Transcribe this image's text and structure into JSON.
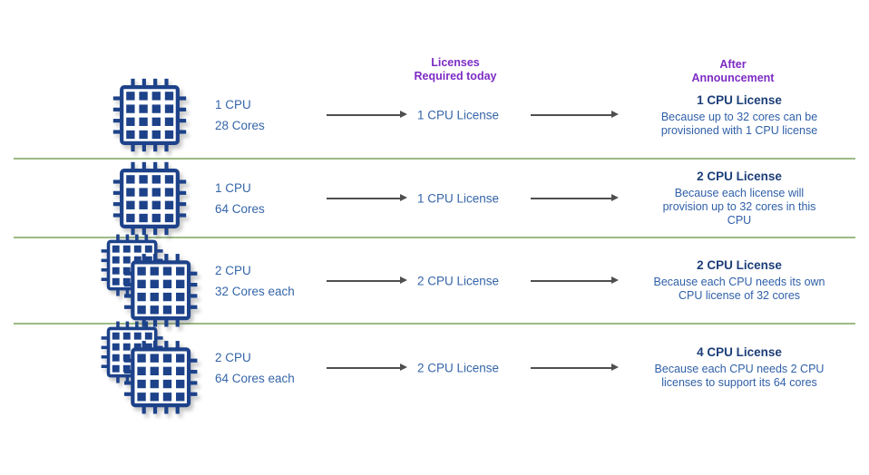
{
  "header": {
    "licenses_col": "Licenses\nRequired today",
    "after_col": "After\nAnnouncement"
  },
  "rows": [
    {
      "chip": "single-cpu-chip",
      "cpu": "1 CPU",
      "cores": "28 Cores",
      "license_today": "1 CPU License",
      "after_title": "1 CPU License",
      "after_reason": "Because up to 32 cores can be\nprovisioned with 1 CPU license"
    },
    {
      "chip": "single-cpu-chip",
      "cpu": "1 CPU",
      "cores": "64 Cores",
      "license_today": "1 CPU License",
      "after_title": "2 CPU License",
      "after_reason": "Because each license will\nprovision up to 32 cores in this\nCPU"
    },
    {
      "chip": "dual-cpu-chip-stack",
      "cpu": "2 CPU",
      "cores": "32 Cores each",
      "license_today": "2 CPU License",
      "after_title": "2 CPU License",
      "after_reason": "Because each CPU needs its own\nCPU license of 32 cores"
    },
    {
      "chip": "dual-cpu-chip-stack",
      "cpu": "2 CPU",
      "cores": "64 Cores each",
      "license_today": "2 CPU License",
      "after_title": "4 CPU License",
      "after_reason": "Because each CPU needs 2 CPU\nlicenses to support its 64 cores"
    }
  ],
  "colors": {
    "header_purple": "#7d2cc4",
    "text_blue": "#3565a8",
    "bold_navy": "#1c3e78",
    "chip_navy": "#1d428a",
    "divider_green": "#9cba85",
    "arrow_gray": "#4f4f4f"
  }
}
